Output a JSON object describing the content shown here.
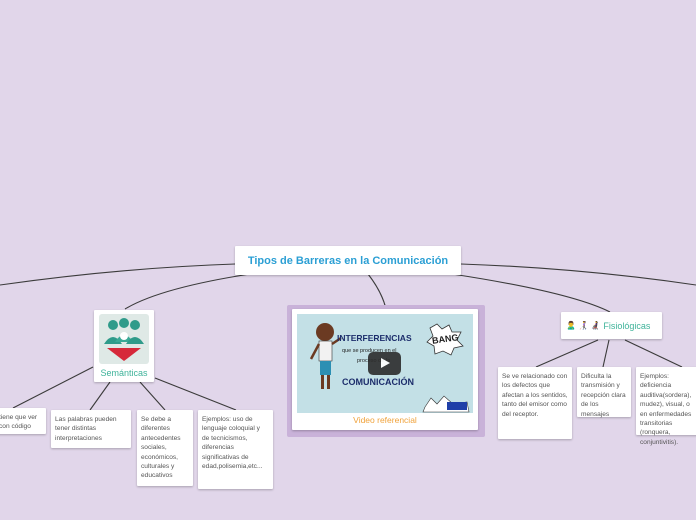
{
  "root": {
    "title": "Tipos de Barreras en la Comunicación"
  },
  "semanticas": {
    "label": "Semánticas",
    "icon": "people-meeting-icon",
    "notes": [
      "tiene que ver con código",
      "Las palabras pueden tener distintas interpretaciones",
      "Se debe a diferentes antecedentes sociales, económicos, culturales y educativos",
      "Ejemplos: uso de lenguaje coloquial y de tecnicismos, diferencias significativas de edad,polisemia,etc..."
    ]
  },
  "video": {
    "label": "Video referencial",
    "thumb_title_1": "INTERFERENCIAS",
    "thumb_sub": "que se producen en el",
    "thumb_sub2": "proceso de la",
    "thumb_title_2": "COMUNICACIÓN",
    "thumb_bang": "BANG"
  },
  "fisiologicas": {
    "label": "Fisiológicas",
    "emojis": "🙎‍♂️ 👩‍🦯 👩‍🦼",
    "notes": [
      " Se ve relacionado con los defectos que afectan a los sentidos, tanto del emisor como del receptor.",
      "Dificulta la transmisión y recepción clara de los mensajes",
      "Ejemplos: deficiencia auditiva(sordera), mudez), visual, o en enfermedades transitorias (ronquera, conjuntivitis)."
    ]
  },
  "colors": {
    "background": "#e1d6ea",
    "root_text": "#2b9fd4",
    "topic_text": "#3fb39a",
    "video_label": "#f0a23a"
  }
}
